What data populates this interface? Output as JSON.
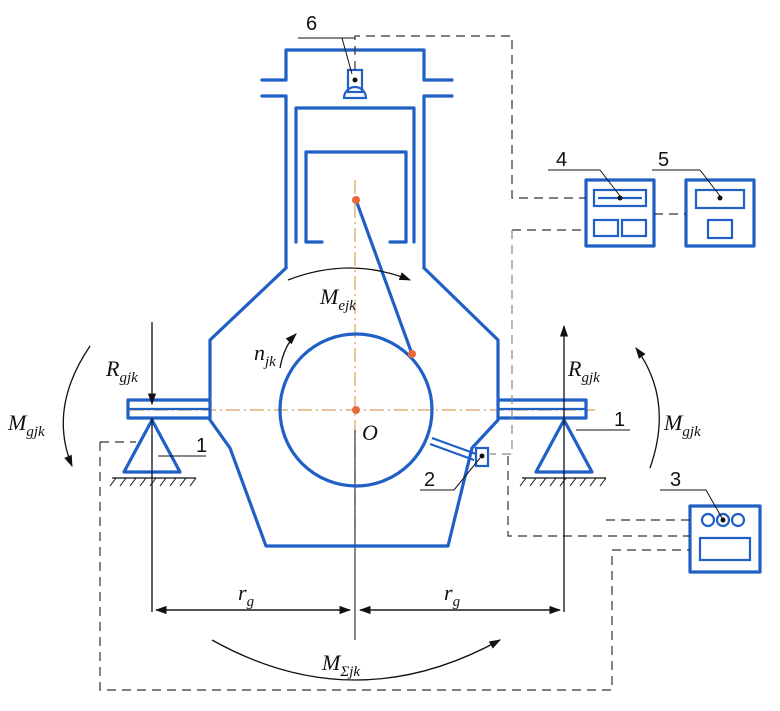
{
  "labels": {
    "n1": "6",
    "n2": "4",
    "n3": "5",
    "n4": "1",
    "n5": "1",
    "n6": "2",
    "n7": "3",
    "M_ejk": {
      "main": "M",
      "sub": "ejk"
    },
    "n_jk": {
      "main": "n",
      "sub": "jk"
    },
    "R_left": {
      "main": "R",
      "sub": "gjk"
    },
    "R_right": {
      "main": "R",
      "sub": "gjk"
    },
    "M_left": {
      "main": "M",
      "sub": "gjk"
    },
    "M_right": {
      "main": "M",
      "sub": "gjk"
    },
    "O": "O",
    "r_left": {
      "main": "r",
      "sub": "g"
    },
    "r_right": {
      "main": "r",
      "sub": "g"
    },
    "M_sum": {
      "main": "M",
      "sub": "Σjk"
    }
  },
  "colors": {
    "structure": "#1f5fc6",
    "axis": "#d9a25c",
    "dot": "#e8683a",
    "leader": "#111111"
  }
}
